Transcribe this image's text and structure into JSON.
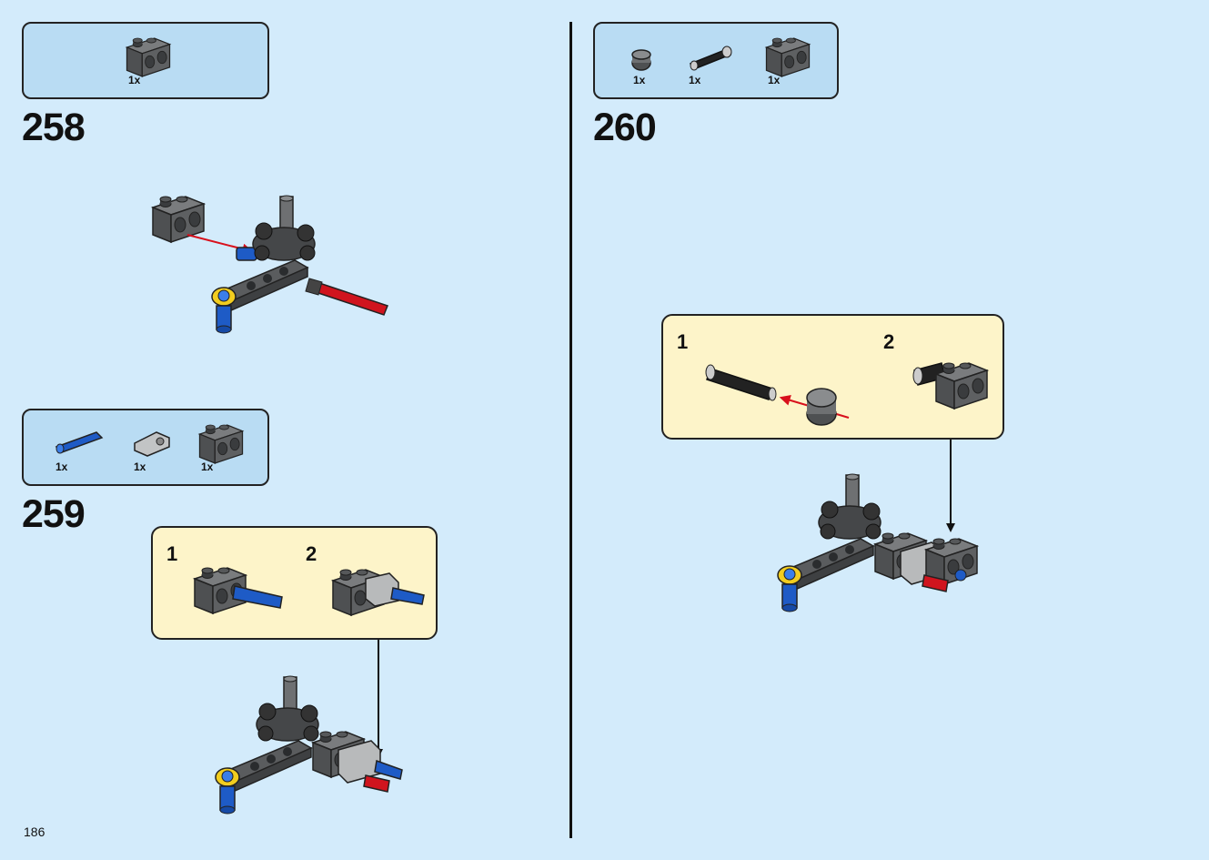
{
  "page_number": "186",
  "colors": {
    "background": "#d3ebfb",
    "parts_box": "#b9dcf3",
    "sub_box": "#fdf4c9",
    "dark_gray": "#5a5c5e",
    "light_gray": "#b8babb",
    "blue": "#1e5bc6",
    "red": "#d0141e",
    "yellow": "#f2cd1f",
    "arrow_red": "#d8101c"
  },
  "steps": [
    {
      "number": "258",
      "parts": [
        {
          "qty": "1x",
          "icon": "technic-brick-1x2-dark-gray"
        }
      ]
    },
    {
      "number": "259",
      "parts": [
        {
          "qty": "1x",
          "icon": "technic-pin-blue"
        },
        {
          "qty": "1x",
          "icon": "technic-connector-light-gray"
        },
        {
          "qty": "1x",
          "icon": "technic-brick-1x2-dark-gray"
        }
      ],
      "substeps": [
        "1",
        "2"
      ]
    },
    {
      "number": "260",
      "parts": [
        {
          "qty": "1x",
          "icon": "bush-dark-gray"
        },
        {
          "qty": "1x",
          "icon": "technic-axle-pin-black"
        },
        {
          "qty": "1x",
          "icon": "technic-brick-1x2-dark-gray"
        }
      ],
      "substeps": [
        "1",
        "2"
      ]
    }
  ]
}
